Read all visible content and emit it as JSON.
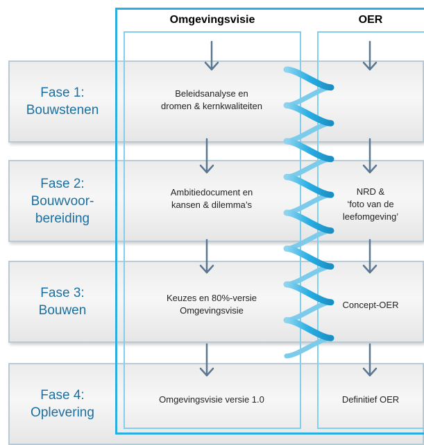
{
  "columns": {
    "omgevingsvisie": "Omgevingsvisie",
    "oer": "OER"
  },
  "phases": [
    {
      "label": "Fase 1:\nBouwstenen",
      "omgevingsvisie": "Beleidsanalyse en\ndromen & kernkwaliteiten",
      "oer": ""
    },
    {
      "label": "Fase 2:\nBouwvoor-\nbereiding",
      "omgevingsvisie": "Ambitiedocument en\nkansen & dilemma’s",
      "oer": "NRD &\n‘foto van de\nleefomgeving’"
    },
    {
      "label": "Fase 3:\nBouwen",
      "omgevingsvisie": "Keuzes en 80%-versie\nOmgevingsvisie",
      "oer": "Concept-OER"
    },
    {
      "label": "Fase 4:\nOplevering",
      "omgevingsvisie": "Omgevingsvisie versie 1.0",
      "oer": "Definitief OER"
    }
  ],
  "colors": {
    "phase_text": "#1a6fa0",
    "outer_border": "#2aaee2",
    "column_border": "#7fd0ef",
    "arrow": "#5a7690",
    "helix": "#29aee3"
  },
  "icons": {
    "arrow": "arrow-down-icon",
    "helix": "helix-icon"
  }
}
